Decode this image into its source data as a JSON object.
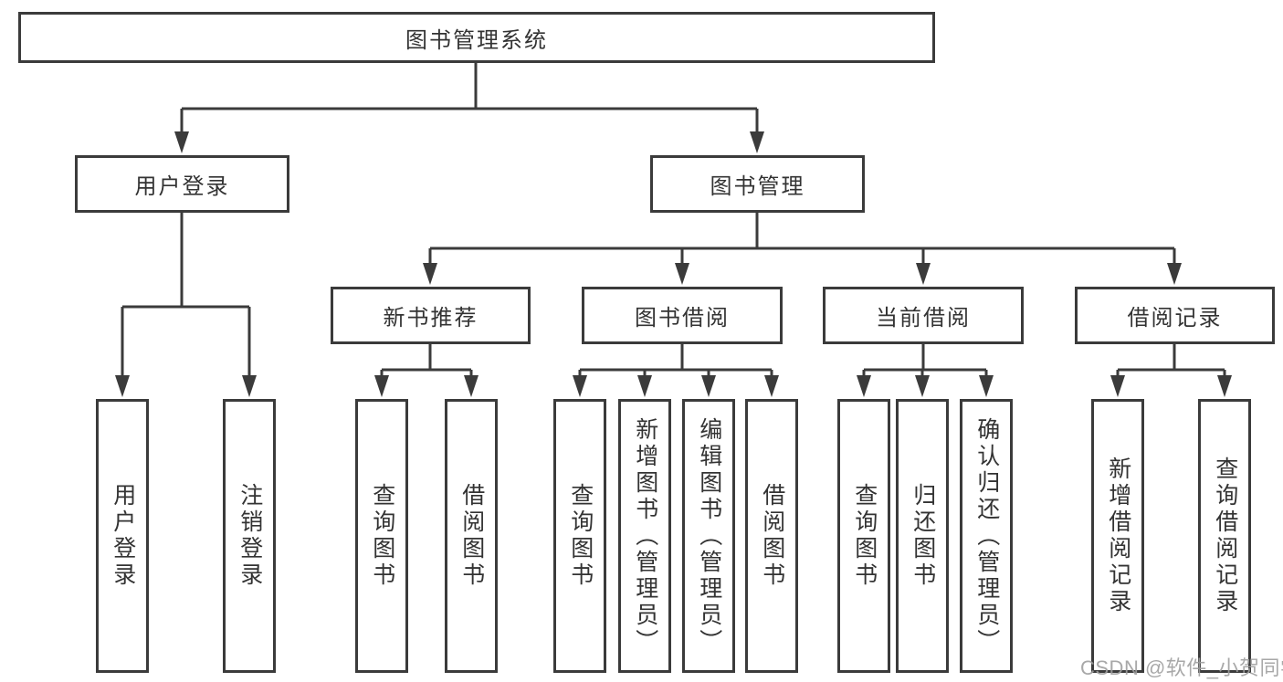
{
  "diagram": {
    "root": {
      "label": "图书管理系统"
    },
    "level2": [
      {
        "label": "用户登录"
      },
      {
        "label": "图书管理"
      }
    ],
    "level3": [
      {
        "label": "新书推荐"
      },
      {
        "label": "图书借阅"
      },
      {
        "label": "当前借阅"
      },
      {
        "label": "借阅记录"
      }
    ],
    "leaves": {
      "login": [
        "用户登录",
        "注销登录"
      ],
      "recommend": [
        "查询图书",
        "借阅图书"
      ],
      "borrow": [
        "查询图书",
        "新增图书（管理员）",
        "编辑图书（管理员）",
        "借阅图书"
      ],
      "current": [
        "查询图书",
        "归还图书",
        "确认归还（管理员）"
      ],
      "records": [
        "新增借阅记录",
        "查询借阅记录"
      ]
    },
    "colors": {
      "line": "#3b3b3b",
      "box_border": "#3b3b3b",
      "text": "#333333",
      "background": "#ffffff"
    }
  },
  "watermark": {
    "text": "CSDN @软件_小贺同学",
    "color": "#9e9e9e"
  }
}
